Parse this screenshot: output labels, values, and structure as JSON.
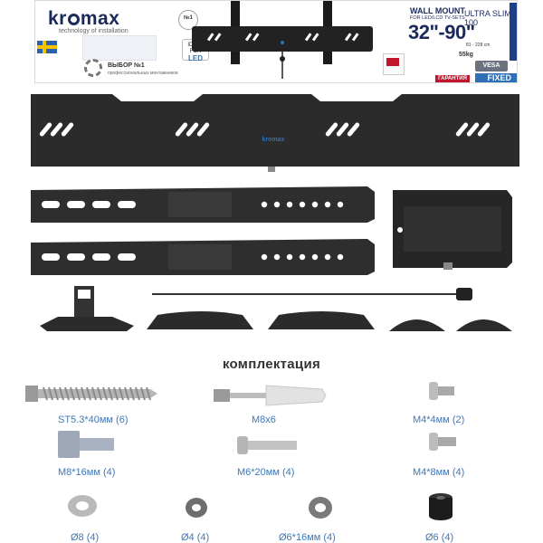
{
  "brand": {
    "name_parts": [
      "kr",
      "m",
      "x"
    ],
    "tagline": "technology of installation",
    "bar_logo": "kromax"
  },
  "header": {
    "no1_label": "№1",
    "ideal_for": "IDEAL FOR",
    "ideal_for_led": "LED",
    "choice_title": "ВЫБОР №1",
    "choice_sub": "профессиональных монтажников",
    "product_type": "WALL MOUNT",
    "product_sub": "FOR LED/LCD TV-SETS",
    "model": "ULTRA SLIM-100",
    "size_range": "32\"-90\"",
    "cm_range": "81 - 228 cm",
    "max_load": "55kg",
    "vesa": "VESA",
    "warranty": "ГАРАНТИЯ",
    "mount_type": "FIXED"
  },
  "kit_title": "комплектация",
  "parts": [
    {
      "id": "screw-large",
      "label": "ST5.3*40мм (6)"
    },
    {
      "id": "dowel",
      "label": "M8x6"
    },
    {
      "id": "screw-m4x4",
      "label": "M4*4мм (2)"
    },
    {
      "id": "bolt-m8x16",
      "label": "M8*16мм (4)"
    },
    {
      "id": "bolt-m6x20",
      "label": "M6*20мм (4)"
    },
    {
      "id": "bolt-m4x8",
      "label": "M4*8мм (4)"
    },
    {
      "id": "washer-8",
      "label": "Ø8 (4)"
    },
    {
      "id": "washer-4",
      "label": "Ø4 (4)"
    },
    {
      "id": "washer-6x16",
      "label": "Ø6*16мм (4)"
    },
    {
      "id": "spacer-6",
      "label": "Ø6 (4)"
    }
  ],
  "colors": {
    "metal": "#2b2b2b",
    "metal_dark": "#151515",
    "label_blue": "#3f78b7",
    "brand_navy": "#1b2a5a",
    "fixed_blue": "#2f6fb6"
  }
}
